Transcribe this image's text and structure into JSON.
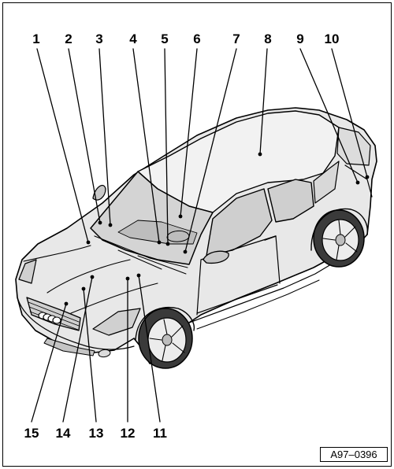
{
  "figure": {
    "reference_code": "A97–0396",
    "callouts": [
      {
        "id": "1",
        "label": "1"
      },
      {
        "id": "2",
        "label": "2"
      },
      {
        "id": "3",
        "label": "3"
      },
      {
        "id": "4",
        "label": "4"
      },
      {
        "id": "5",
        "label": "5"
      },
      {
        "id": "6",
        "label": "6"
      },
      {
        "id": "7",
        "label": "7"
      },
      {
        "id": "8",
        "label": "8"
      },
      {
        "id": "9",
        "label": "9"
      },
      {
        "id": "10",
        "label": "10"
      },
      {
        "id": "11",
        "label": "11"
      },
      {
        "id": "12",
        "label": "12"
      },
      {
        "id": "13",
        "label": "13"
      },
      {
        "id": "14",
        "label": "14"
      },
      {
        "id": "15",
        "label": "15"
      }
    ]
  },
  "colors": {
    "line": "#000000",
    "body_shade": "#e6e6e6",
    "glass_shade": "#d2d2d2",
    "background": "#ffffff"
  }
}
